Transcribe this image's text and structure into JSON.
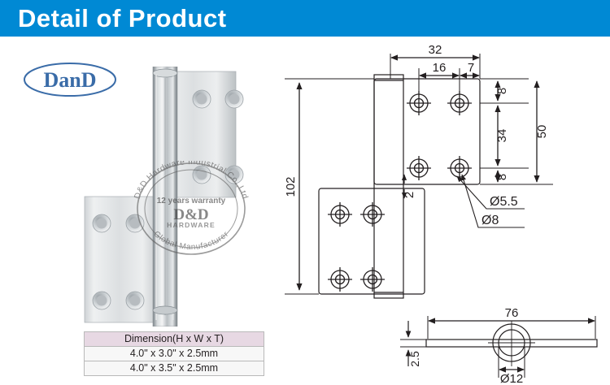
{
  "header": {
    "title": "Detail of Product",
    "bar_color": "#0089d4",
    "title_color": "#ffffff"
  },
  "logo": {
    "name": "DanD",
    "text_part1": "Dan",
    "text_part2": "D",
    "color": "#3a6ca8",
    "shape": "oval-outline"
  },
  "photo": {
    "alt": "stainless steel lift-off flag hinge, two leaves with countersunk screw holes and cylindrical knuckle",
    "metal_light": "#e9ebec",
    "metal_mid": "#c9cdd0",
    "metal_dark": "#8d9498"
  },
  "watermark": {
    "ring_top_text": "D&D Hardware Industrial Co.,Ltd",
    "line_warranty": "12 years warranty",
    "line_brand": "D&D",
    "line_sub": "HARDWARE",
    "ring_bottom_text": "Global Manufacturer",
    "color": "#6f6f6f"
  },
  "dimension_table": {
    "header": "Dimension(H x W x T)",
    "header_bg": "#e7d8e3",
    "rows": [
      "4.0\" x 3.0\" x 2.5mm",
      "4.0\" x 3.5\" x 2.5mm"
    ]
  },
  "drawings": {
    "main_view": {
      "name": "front-elevation",
      "dimensions": {
        "overall_height": "102",
        "leaf_width_total": "32",
        "hole_spacing_x": "16",
        "edge_offset_x": "7",
        "hole_edge_top": "8",
        "hole_spacing_y": "34",
        "hole_edge_bottom": "8",
        "leaf_height": "50",
        "leaf_overlap": "2"
      },
      "callouts": [
        "Ø5.5",
        "Ø8"
      ]
    },
    "bottom_view": {
      "name": "plan-section-view",
      "dimensions": {
        "overall_width": "76",
        "thickness": "2.5",
        "knuckle_diameter": "Ø12"
      }
    }
  }
}
